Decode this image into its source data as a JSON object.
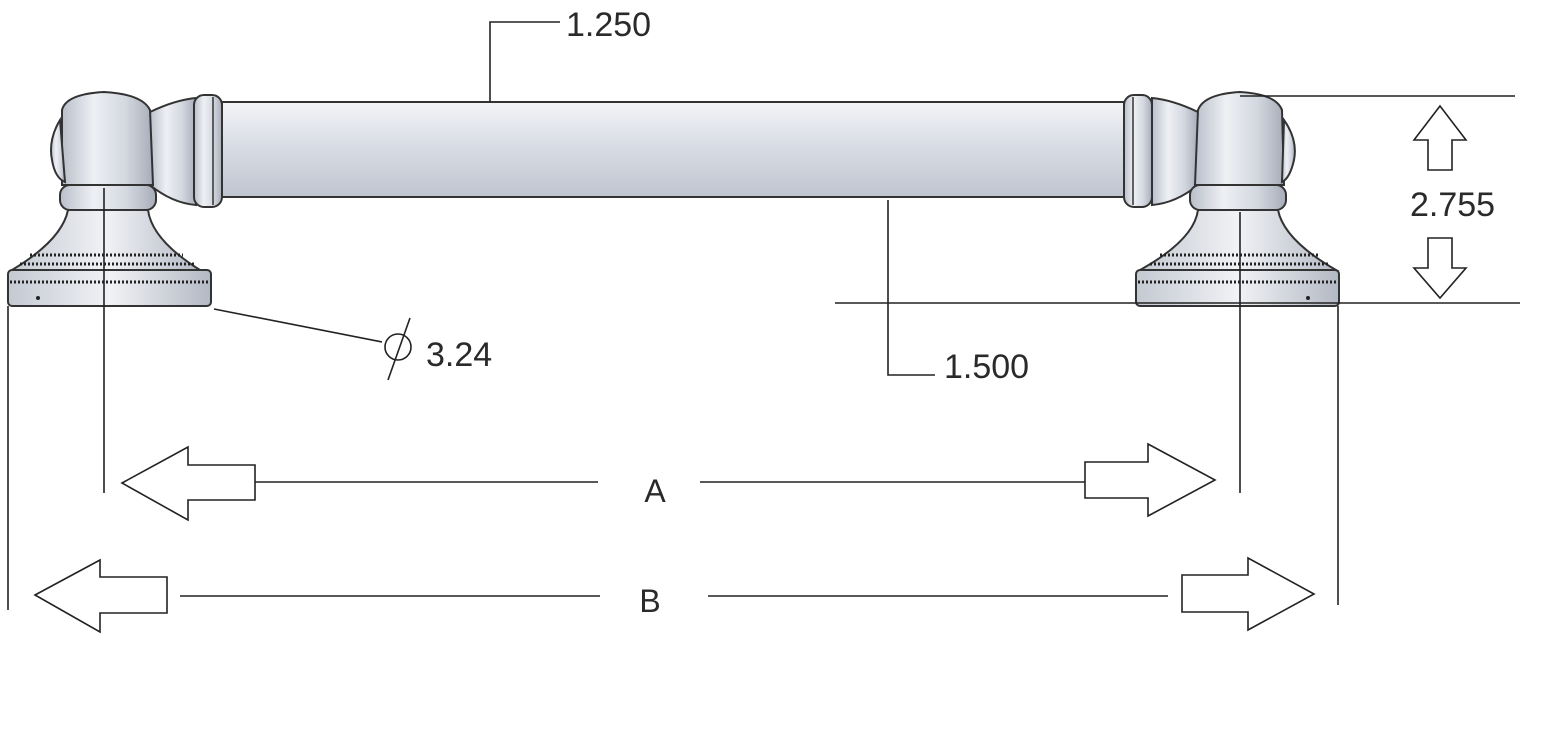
{
  "labels": {
    "bar_diameter": "1.250",
    "projection": "1.500",
    "height": "2.755",
    "base_diameter_symbol": "∅",
    "base_diameter": "3.24",
    "dim_a": "A",
    "dim_b": "B"
  },
  "colors": {
    "metal_light": "#eef0f4",
    "metal_mid": "#c9ced8",
    "metal_dark": "#9aa0ad",
    "line": "#222222"
  }
}
